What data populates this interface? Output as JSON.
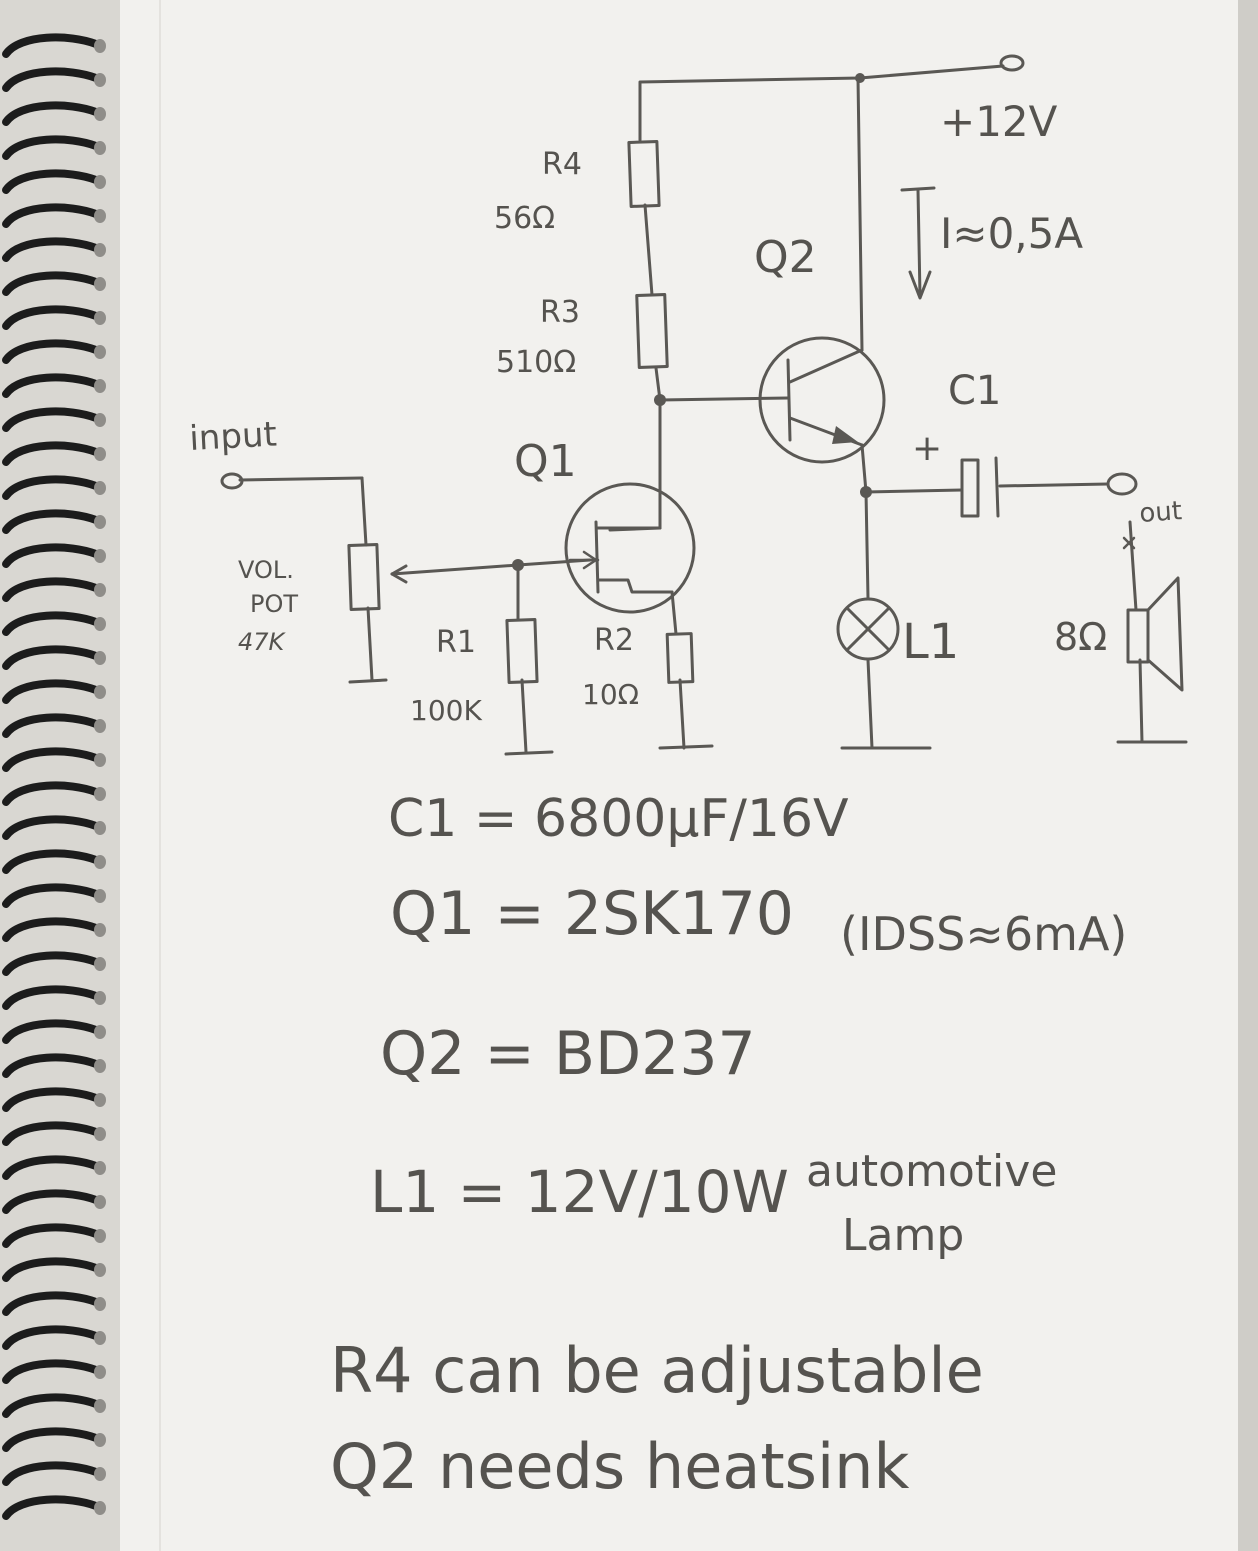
{
  "schematic": {
    "labels": {
      "supply": "+12V",
      "current": "I≈0,5A",
      "q2": "Q2",
      "q1": "Q1",
      "c1": "C1",
      "plus": "+",
      "r4_name": "R4",
      "r4_value": "56Ω",
      "r3_name": "R3",
      "r3_value": "510Ω",
      "input": "input",
      "pot_line1": "VOL.",
      "pot_line2": "POT",
      "pot_line3": "47K",
      "r1_name": "R1",
      "r1_value": "100K",
      "r2_name": "R2",
      "r2_value": "10Ω",
      "l1": "L1",
      "speaker": "8Ω",
      "out": "out"
    }
  },
  "notes": {
    "c1": "C1 = 6800µF/16V",
    "q1": "Q1 = 2SK170",
    "q1_extra": "(IDSS≈6mA)",
    "q2": "Q2 = BD237",
    "l1": "L1 = 12V/10W",
    "l1_extra_1": "automotive",
    "l1_extra_2": "Lamp",
    "remark1": "R4 can be adjustable",
    "remark2": "Q2 needs heatsink"
  },
  "colors": {
    "paper": "#f2f1ee",
    "pencil": "#55534f",
    "binding": "#1c1c1c"
  }
}
